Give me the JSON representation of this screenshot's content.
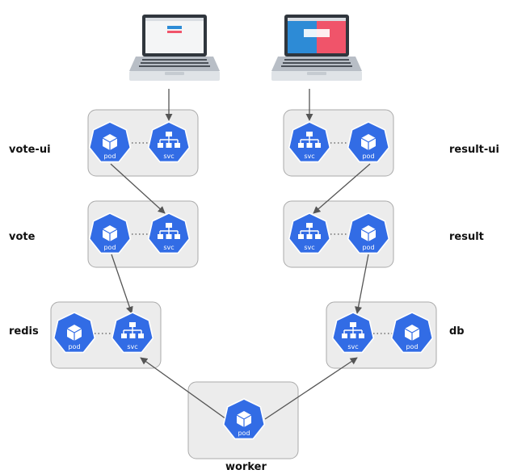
{
  "labels": {
    "vote_ui": "vote-ui",
    "vote": "vote",
    "redis": "redis",
    "result_ui": "result-ui",
    "result": "result",
    "db": "db",
    "worker": "worker"
  },
  "icon_text": {
    "pod": "pod",
    "svc": "svc"
  },
  "colors": {
    "k8s_blue": "#326ce5",
    "box_fill": "#ececec",
    "result_red": "#f0546a",
    "result_blue": "#2d8bd6"
  },
  "icons": [
    "laptop-icon",
    "pod-icon",
    "svc-icon"
  ]
}
